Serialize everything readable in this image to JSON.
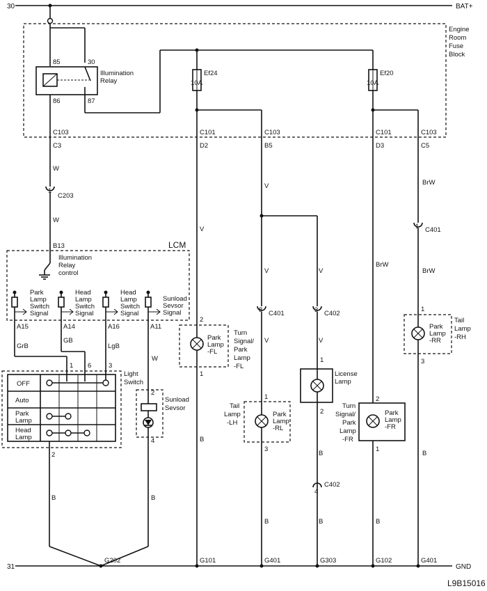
{
  "diagram_id": "L9B15016",
  "rails": {
    "top_left": "30",
    "top_right": "BAT+",
    "bottom_left": "31",
    "bottom_right": "GND"
  },
  "fuse_block": {
    "label_line1": "Engine",
    "label_line2": "Room",
    "label_line3": "Fuse",
    "label_line4": "Block"
  },
  "relay": {
    "name_line1": "Illumination",
    "name_line2": "Relay",
    "pin85": "85",
    "pin30": "30",
    "pin86": "86",
    "pin87": "87"
  },
  "fuses": [
    {
      "name": "Ef24",
      "rating": "10A"
    },
    {
      "name": "Ef20",
      "rating": "10A"
    }
  ],
  "connectors": {
    "c103_c3_a": "C103",
    "c103_c3_b": "C3",
    "c101_d2_a": "C101",
    "c101_d2_b": "D2",
    "c103_b5_a": "C103",
    "c103_b5_b": "B5",
    "c101_d3_a": "C101",
    "c101_d3_b": "D3",
    "c103_c5_a": "C103",
    "c103_c5_b": "C5",
    "c203": "C203",
    "c203_pin": "1",
    "c401_rr": "C401",
    "c401_rr_pin": "1",
    "c401_rl": "C401",
    "c401_rl_pin": "8",
    "c402_top": "C402",
    "c402_top_pin": "3",
    "c402_bot": "C402",
    "c402_bot_pin": "4"
  },
  "wire_colors": {
    "w1": "W",
    "w2": "W",
    "v1": "V",
    "v2": "V",
    "v3": "V",
    "v4": "V",
    "v5": "V",
    "brw1": "BrW",
    "brw2": "BrW",
    "brw3": "BrW",
    "grb": "GrB",
    "gb": "GB",
    "lgb": "LgB",
    "w3": "W",
    "b1": "B",
    "b2": "B",
    "b3": "B",
    "b4": "B",
    "b5": "B",
    "b6": "B",
    "b7": "B",
    "b8": "B"
  },
  "lcm": {
    "label": "LCM",
    "b13": "B13",
    "relay_ctrl_line1": "Illumination",
    "relay_ctrl_line2": "Relay",
    "relay_ctrl_line3": "control",
    "inputs": [
      {
        "line1": "Park",
        "line2": "Lamp",
        "line3": "Switch",
        "line4": "Signal",
        "pin": "A15"
      },
      {
        "line1": "Head",
        "line2": "Lamp",
        "line3": "Switch",
        "line4": "Signal",
        "pin": "A14"
      },
      {
        "line1": "Head",
        "line2": "Lamp",
        "line3": "Switch",
        "line4": "Signal",
        "pin": "A16"
      },
      {
        "line1": "Sunload",
        "line2": "Sevsor",
        "line3": "Signal",
        "line4": "",
        "pin": "A11"
      }
    ]
  },
  "light_switch": {
    "label_line1": "Light",
    "label_line2": "Switch",
    "pins": {
      "p1": "1",
      "p6": "6",
      "p3": "3",
      "p2": "2"
    },
    "positions": [
      {
        "line1": "OFF",
        "line2": ""
      },
      {
        "line1": "Auto",
        "line2": ""
      },
      {
        "line1": "Park",
        "line2": "Lamp"
      },
      {
        "line1": "Head",
        "line2": "Lamp"
      }
    ]
  },
  "sunload_sensor": {
    "line1": "Sunload",
    "line2": "Sevsor",
    "pin_top": "2",
    "pin_bot": "4"
  },
  "lamps": {
    "fl": {
      "l1": "Park",
      "l2": "Lamp",
      "l3": "-FL",
      "side1": "Turn",
      "side2": "Signal/",
      "side3": "Park",
      "side4": "Lamp",
      "side5": "-FL",
      "pin_top": "2",
      "pin_bot": "1"
    },
    "rl": {
      "l1": "Park",
      "l2": "Lamp",
      "l3": "-RL",
      "side1": "Tail",
      "side2": "Lamp",
      "side3": "-LH",
      "pin_top": "1",
      "pin_bot": "3"
    },
    "license": {
      "l1": "License",
      "l2": "Lamp",
      "pin_top": "1",
      "pin_bot": "2"
    },
    "fr": {
      "l1": "Park",
      "l2": "Lamp",
      "l3": "-FR",
      "side1": "Turn",
      "side2": "Signal/",
      "side3": "Park",
      "side4": "Lamp",
      "side5": "-FR",
      "pin_top": "2",
      "pin_bot": "1"
    },
    "rr": {
      "l1": "Park",
      "l2": "Lamp",
      "l3": "-RR",
      "side1": "Tail",
      "side2": "Lamp",
      "side3": "-RH",
      "pin_top": "1",
      "pin_bot": "3"
    }
  },
  "grounds": [
    "G202",
    "G101",
    "G401",
    "G303",
    "G102",
    "G401"
  ]
}
